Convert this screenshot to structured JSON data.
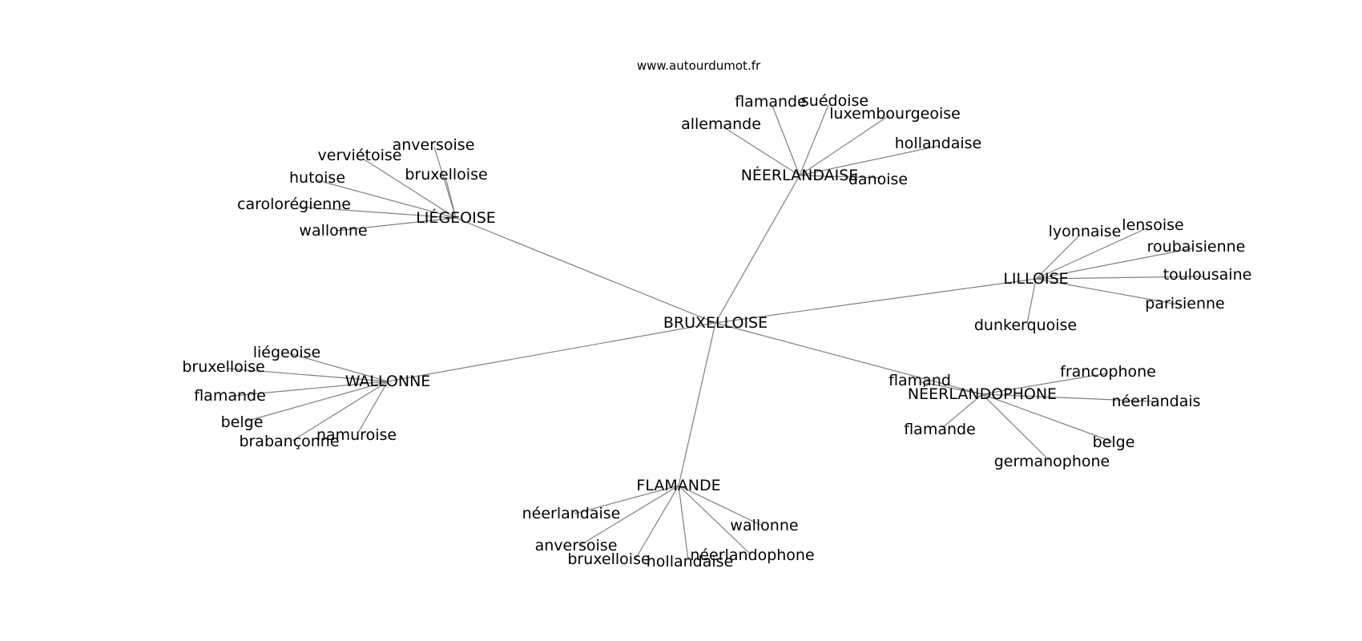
{
  "source_text": "www.autourdumot.fr",
  "graph": {
    "center": "BRUXELLOISE",
    "clusters": [
      {
        "hub": "LIÉGEOISE",
        "leaves": [
          "anversoise",
          "verviétoise",
          "bruxelloise",
          "hutoise",
          "carolorégienne",
          "wallonne"
        ]
      },
      {
        "hub": "NÉERLANDAISE",
        "leaves": [
          "flamande",
          "suédoise",
          "luxembourgeoise",
          "allemande",
          "hollandaise",
          "danoise"
        ]
      },
      {
        "hub": "LILLOISE",
        "leaves": [
          "lyonnaise",
          "lensoise",
          "roubaisienne",
          "toulousaine",
          "parisienne",
          "dunkerquoise"
        ]
      },
      {
        "hub": "WALLONNE",
        "leaves": [
          "liégeoise",
          "bruxelloise",
          "flamande",
          "belge",
          "brabançonne",
          "namuroise"
        ]
      },
      {
        "hub": "NÉERLANDOPHONE",
        "leaves": [
          "flamand",
          "francophone",
          "néerlandais",
          "belge",
          "flamande",
          "germanophone"
        ]
      },
      {
        "hub": "FLAMANDE",
        "leaves": [
          "néerlandaise",
          "wallonne",
          "anversoise",
          "bruxelloise",
          "hollandaise",
          "néerlandophone"
        ]
      }
    ]
  }
}
